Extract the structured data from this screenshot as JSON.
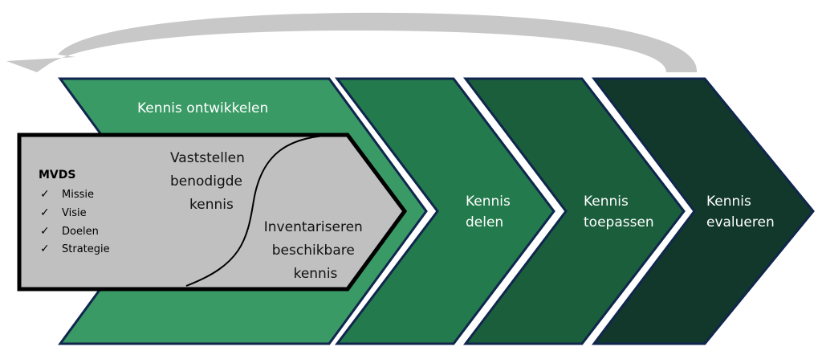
{
  "colors": {
    "chevron1": "#3a9a66",
    "chevron2": "#237a4c",
    "chevron3": "#1b5e3c",
    "chevron4": "#11382a",
    "border": "#10264d",
    "box": "#c0c0c0",
    "arrow": "#c8c8c8"
  },
  "stages": [
    {
      "lines": [
        "Kennis ontwikkelen"
      ]
    },
    {
      "lines": [
        "Kennis",
        "delen"
      ]
    },
    {
      "lines": [
        "Kennis",
        "toepassen"
      ]
    },
    {
      "lines": [
        "Kennis",
        "evalueren"
      ]
    }
  ],
  "inner": {
    "top_text": [
      "Vaststellen",
      "benodigde",
      "kennis"
    ],
    "bottom_text": [
      "Inventariseren",
      "beschikbare",
      "kennis"
    ]
  },
  "mvds": {
    "title": "MVDS",
    "check_icon": "checkmark-icon",
    "check_glyph": "✓",
    "items": [
      "Missie",
      "Visie",
      "Doelen",
      "Strategie"
    ]
  }
}
